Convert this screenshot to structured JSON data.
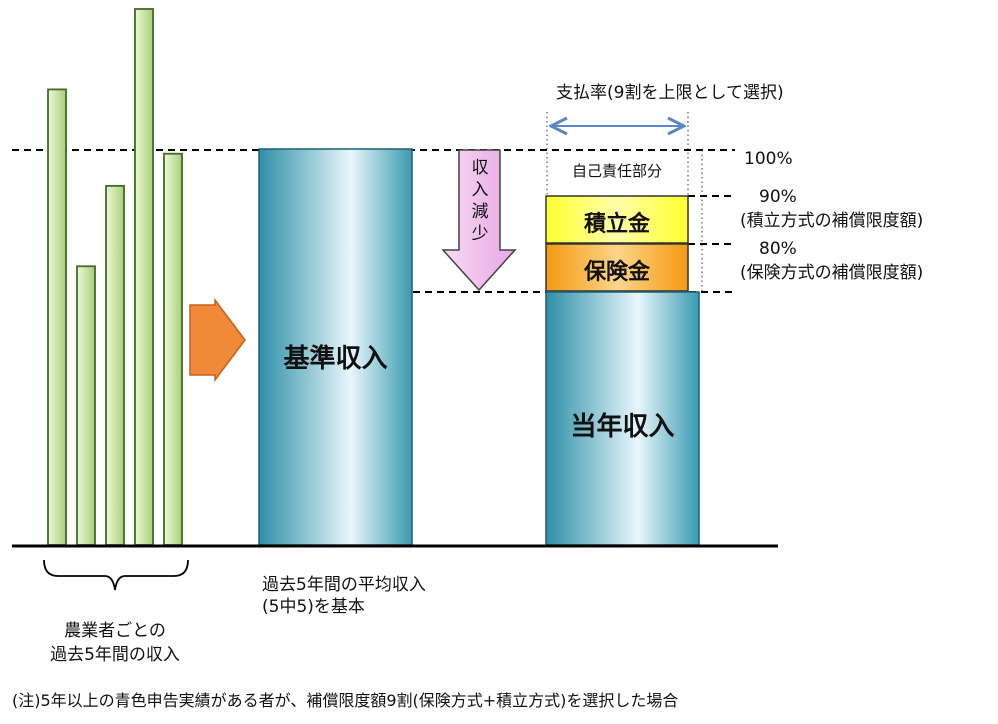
{
  "diagram": {
    "past_income_bars": [
      0.85,
      0.52,
      0.67,
      1.0,
      0.73
    ],
    "base_income_label": "基準収入",
    "base_income_caption": [
      "過去5年間の平均収入",
      "(5中5)を基本"
    ],
    "farmer_caption": [
      "農業者ごとの",
      "過去5年間の収入"
    ],
    "decrease_label": [
      "収",
      "入",
      "減",
      "少"
    ],
    "payout_rate_label": "支払率(9割を上限として選択)",
    "self_responsibility_label": "自己責任部分",
    "reserve_label": "積立金",
    "insurance_label": "保険金",
    "current_income_label": "当年収入",
    "level_100": "100%",
    "level_90": "90%",
    "level_90_note": "(積立方式の補償限度額)",
    "level_80": "80%",
    "level_80_note": "(保険方式の補償限度額)",
    "footnote": "(注)5年以上の青色申告実績がある者が、補償限度額9割(保険方式+積立方式)を選択した場合",
    "colors": {
      "bar_green_light": "#eef8d8",
      "bar_green_dark": "#a8cf78",
      "bar_stroke": "#3d6b2a",
      "teal_dark": "#2e8fa7",
      "teal_light": "#e8f7fb",
      "arrow_orange": "#f08a3a",
      "arrow_pink": "#f2c8ef",
      "reserve_yellow": "#ffff55",
      "insurance_orange": "#f7a21b",
      "double_arrow_blue": "#5b86c9"
    }
  }
}
